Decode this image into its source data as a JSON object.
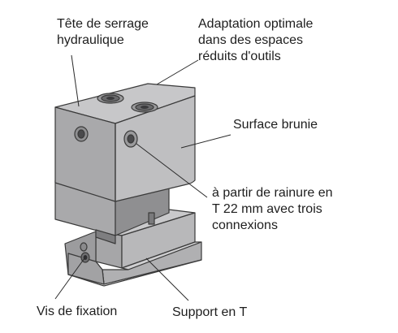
{
  "labels": {
    "tete": [
      "Tête de serrage",
      "hydraulique"
    ],
    "adaptation": [
      "Adaptation optimale",
      "dans des espaces",
      "réduits d'outils"
    ],
    "surface": [
      "Surface brunie"
    ],
    "rainure": [
      "à partir de rainure en",
      "T 22 mm avec trois",
      "connexions"
    ],
    "vis": [
      "Vis de fixation"
    ],
    "support": [
      "Support en T"
    ]
  },
  "colors": {
    "top_face": "#c7c7c9",
    "front_face": "#a9a9ab",
    "right_face": "#bfbfc1",
    "dark_face": "#8d8d8f",
    "outline": "#3a3a3a",
    "leader_line": "#2a2a2a",
    "text": "#1e1e1e"
  }
}
